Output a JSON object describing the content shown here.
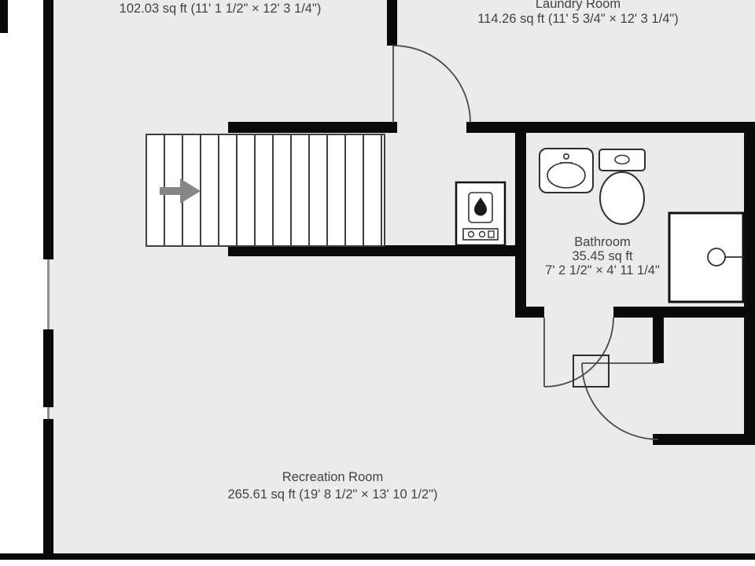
{
  "rooms": {
    "upper_left": {
      "area": "102.03 sq ft (11' 1 1/2\" × 12' 3 1/4\")"
    },
    "laundry": {
      "name": "Laundry Room",
      "area": "114.26 sq ft (11' 5 3/4\" × 12' 3 1/4\")"
    },
    "bathroom": {
      "name": "Bathroom",
      "area": "35.45 sq ft",
      "dimensions": "7' 2 1/2\" × 4' 11 1/4\""
    },
    "recreation": {
      "name": "Recreation Room",
      "area": "265.61 sq ft (19' 8 1/2\" × 13' 10 1/2\")"
    }
  },
  "fixtures": {
    "staircase": "staircase",
    "arrow": "stair-direction-arrow",
    "furnace": "furnace",
    "sink": "bathroom-sink",
    "toilet": "toilet",
    "shower": "shower"
  },
  "colors": {
    "floor": "#ebebeb",
    "wall": "#0a0a0a",
    "text": "#424242",
    "arrow": "#868686"
  }
}
